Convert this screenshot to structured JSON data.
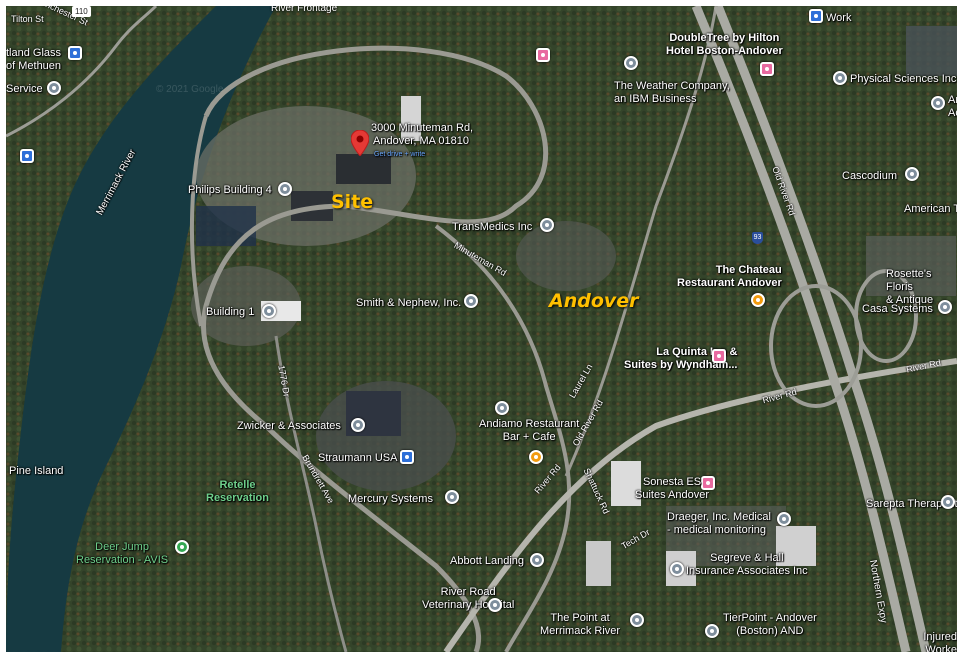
{
  "highlights": {
    "site": "Site",
    "andover": "Andover"
  },
  "address": {
    "line1": "3000 Minuteman Rd,",
    "line2": "Andover, MA 01810",
    "link": "Get drive + write"
  },
  "places": {
    "tland_glass": "tland Glass",
    "of_methuen": "of Methuen",
    "service": "Service",
    "doubletree": "DoubleTree by Hilton\nHotel Boston-Andover",
    "weather_company": "The Weather Company,\nan IBM Business",
    "work": "Work",
    "physical_sciences": "Physical Sciences Inc",
    "an_ac": "An\nAca",
    "cascodium": "Cascodium",
    "american_t": "American T",
    "philips_building": "Philips Building 4",
    "transmedics": "TransMedics Inc",
    "chateau": "The Chateau\nRestaurant Andover",
    "rosette": "Rosette's Floris\n& Antique",
    "casa_systems": "Casa Systems",
    "building_1": "Building 1",
    "smith_nephew": "Smith & Nephew, Inc.",
    "la_quinta": "La Quinta Inn &\nSuites by Wyndham...",
    "zwicker": "Zwicker & Associates",
    "andiamo": "Andiamo Restaurant\nBar + Cafe",
    "straumann": "Straumann USA",
    "pine_island": "Pine Island",
    "retelle": "Retelle\nReservation",
    "mercury": "Mercury Systems",
    "sonesta": "Sonesta ES\nSuites Andover",
    "draeger": "Draeger, Inc. Medical\n- medical monitoring",
    "sarepta": "Sarepta Therapeutic",
    "deer_jump": "Deer Jump\nReservation - AVIS",
    "abbott": "Abbott Landing",
    "segreve": "Segreve & Hall\nInsurance Associates Inc",
    "river_road_vet": "River Road\nVeterinary Hospital",
    "the_point": "The Point at\nMerrimack River",
    "tierpoint": "TierPoint - Andover\n(Boston) AND",
    "injured": "Injured Worke\nPharma",
    "merrimack_river": "Merrimack River"
  },
  "roads": {
    "river_frontage": "River Frontage",
    "tilton_st": "Tilton St",
    "winchester_st": "Winchester St",
    "minuteman_rd": "Minuteman Rd",
    "old_river_rd_n": "Old River Rd",
    "old_river_rd_s": "Old River Rd",
    "laurel_ln": "Laurel Ln",
    "river_rd_e": "River Rd",
    "river_rd_mid": "River Rd",
    "river_rd_s": "River Rd",
    "shattuck_rd": "Shattuck Rd",
    "tech_dr": "Tech Dr",
    "dr_1776": "1776 Dr",
    "brundrett_ave": "Brundrett Ave",
    "northern_expy": "Northern Expy",
    "route_110": "110",
    "interstate_93": "93"
  },
  "watermark": "© 2021 Google",
  "colors": {
    "highlight": "#ffc000",
    "pin_red": "#e53935",
    "river": "#163a42",
    "forest": "#34442a"
  }
}
